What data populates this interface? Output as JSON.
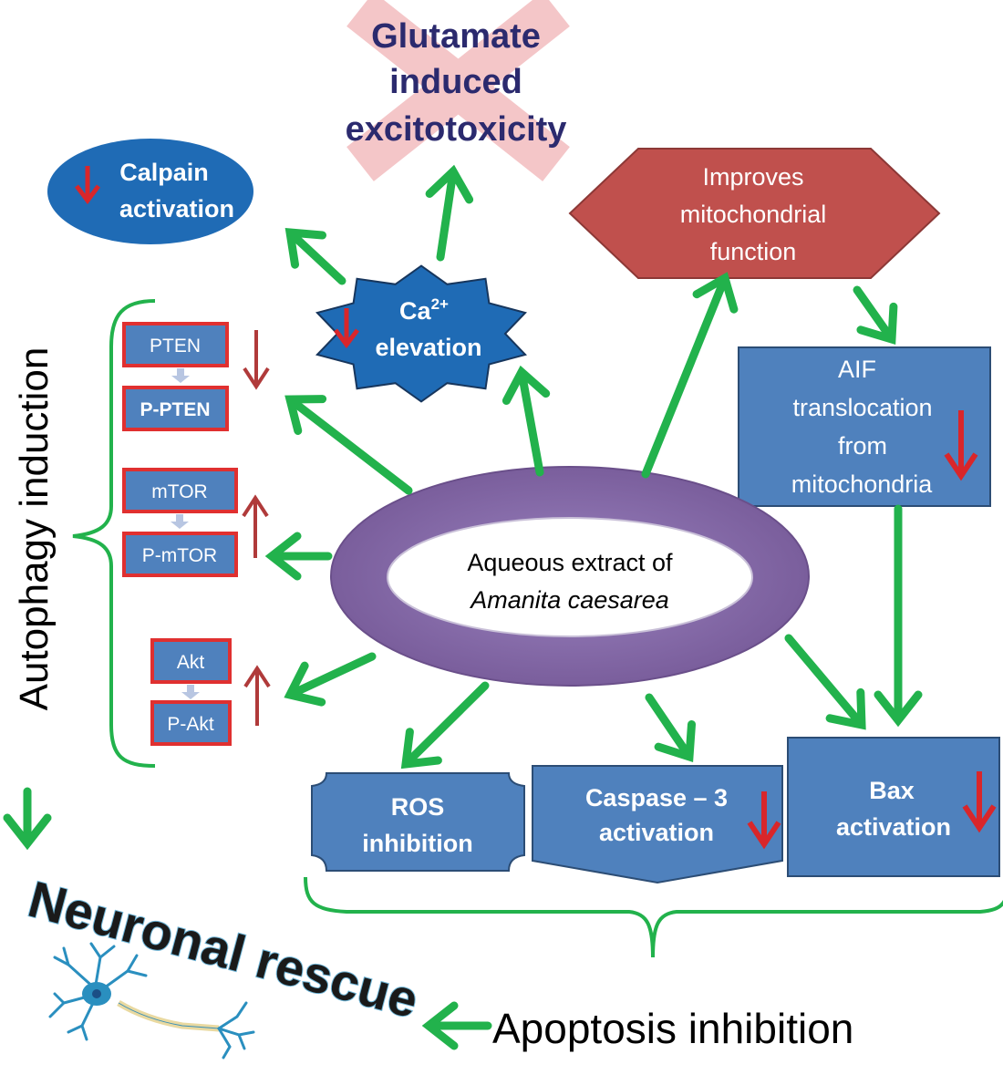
{
  "center": {
    "line1": "Aqueous  extract of",
    "line2": "Amanita caesarea"
  },
  "glutamate": {
    "lines": [
      "Glutamate",
      "induced",
      "excitotoxicity"
    ]
  },
  "calpain": {
    "lines": [
      "Calpain",
      "activation"
    ]
  },
  "calcium": {
    "ca": "Ca",
    "sup": "2+",
    "line2": "elevation"
  },
  "mitochondria": {
    "lines": [
      "Improves",
      "mitochondrial",
      "function"
    ]
  },
  "aif": {
    "lines": [
      "AIF",
      "translocation",
      "from",
      "mitochondria"
    ]
  },
  "pathway": {
    "pten": "PTEN",
    "p_pten": "P-PTEN",
    "mtor": "mTOR",
    "p_mtor": "P-mTOR",
    "akt": "Akt",
    "p_akt": "P-Akt"
  },
  "ros": {
    "lines": [
      "ROS",
      "inhibition"
    ]
  },
  "caspase": {
    "lines": [
      "Caspase – 3",
      "activation"
    ]
  },
  "bax": {
    "lines": [
      "Bax",
      "activation"
    ]
  },
  "labels": {
    "autophagy": "Autophagy induction",
    "neuronal": "Neuronal rescue",
    "apoptosis": "Apoptosis inhibition"
  },
  "colors": {
    "arrow_green": "#22b24c",
    "box_blue": "#4f81bd",
    "dark_blue": "#1f6bb5",
    "hex_red": "#c0504d",
    "ring_purple": "#8064a2",
    "down_arrow_red": "#d9262a",
    "mark_arrow_red": "#b03a3a",
    "pathway_border": "#e03030",
    "glutamate_text": "#2b2a6e",
    "cross_pink": "#f4c6c8"
  }
}
